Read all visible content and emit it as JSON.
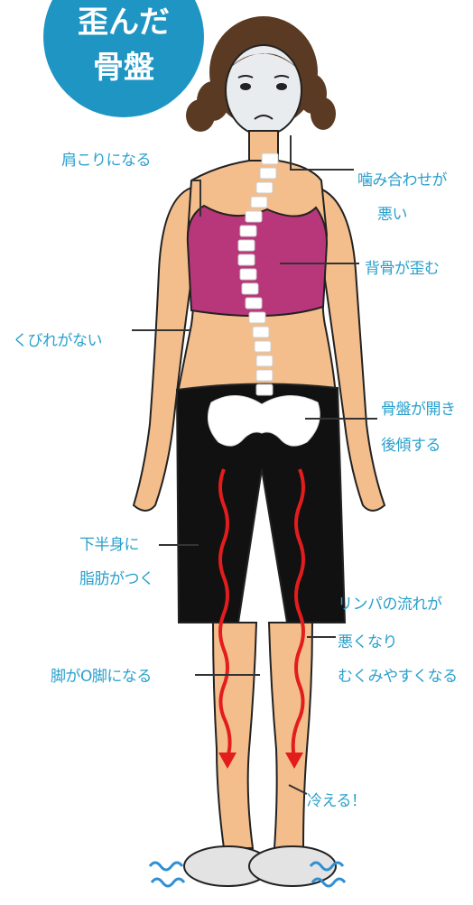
{
  "badge": {
    "line1": "歪んだ",
    "line2": "骨盤",
    "color": "#1f95c4"
  },
  "colors": {
    "label": "#2aa0cc",
    "leader": "#333333",
    "skin": "#f3be8c",
    "top": "#b8367a",
    "pants": "#111111",
    "arrow": "#e31d1d",
    "cold": "#2e8fd4"
  },
  "labels": {
    "shoulder": "肩こりになる",
    "bite_1": "噛み合わせが",
    "bite_2": "悪い",
    "spine": "背骨が歪む",
    "waist": "くびれがない",
    "pelvis_1": "骨盤が開き",
    "pelvis_2": "後傾する",
    "fat_1": "下半身に",
    "fat_2": "脂肪がつく",
    "lymph_1": "リンパの流れが",
    "lymph_2": "悪くなり",
    "lymph_3": "むくみやすくなる",
    "legs": "脚がO脚になる",
    "cold": "冷える！"
  }
}
